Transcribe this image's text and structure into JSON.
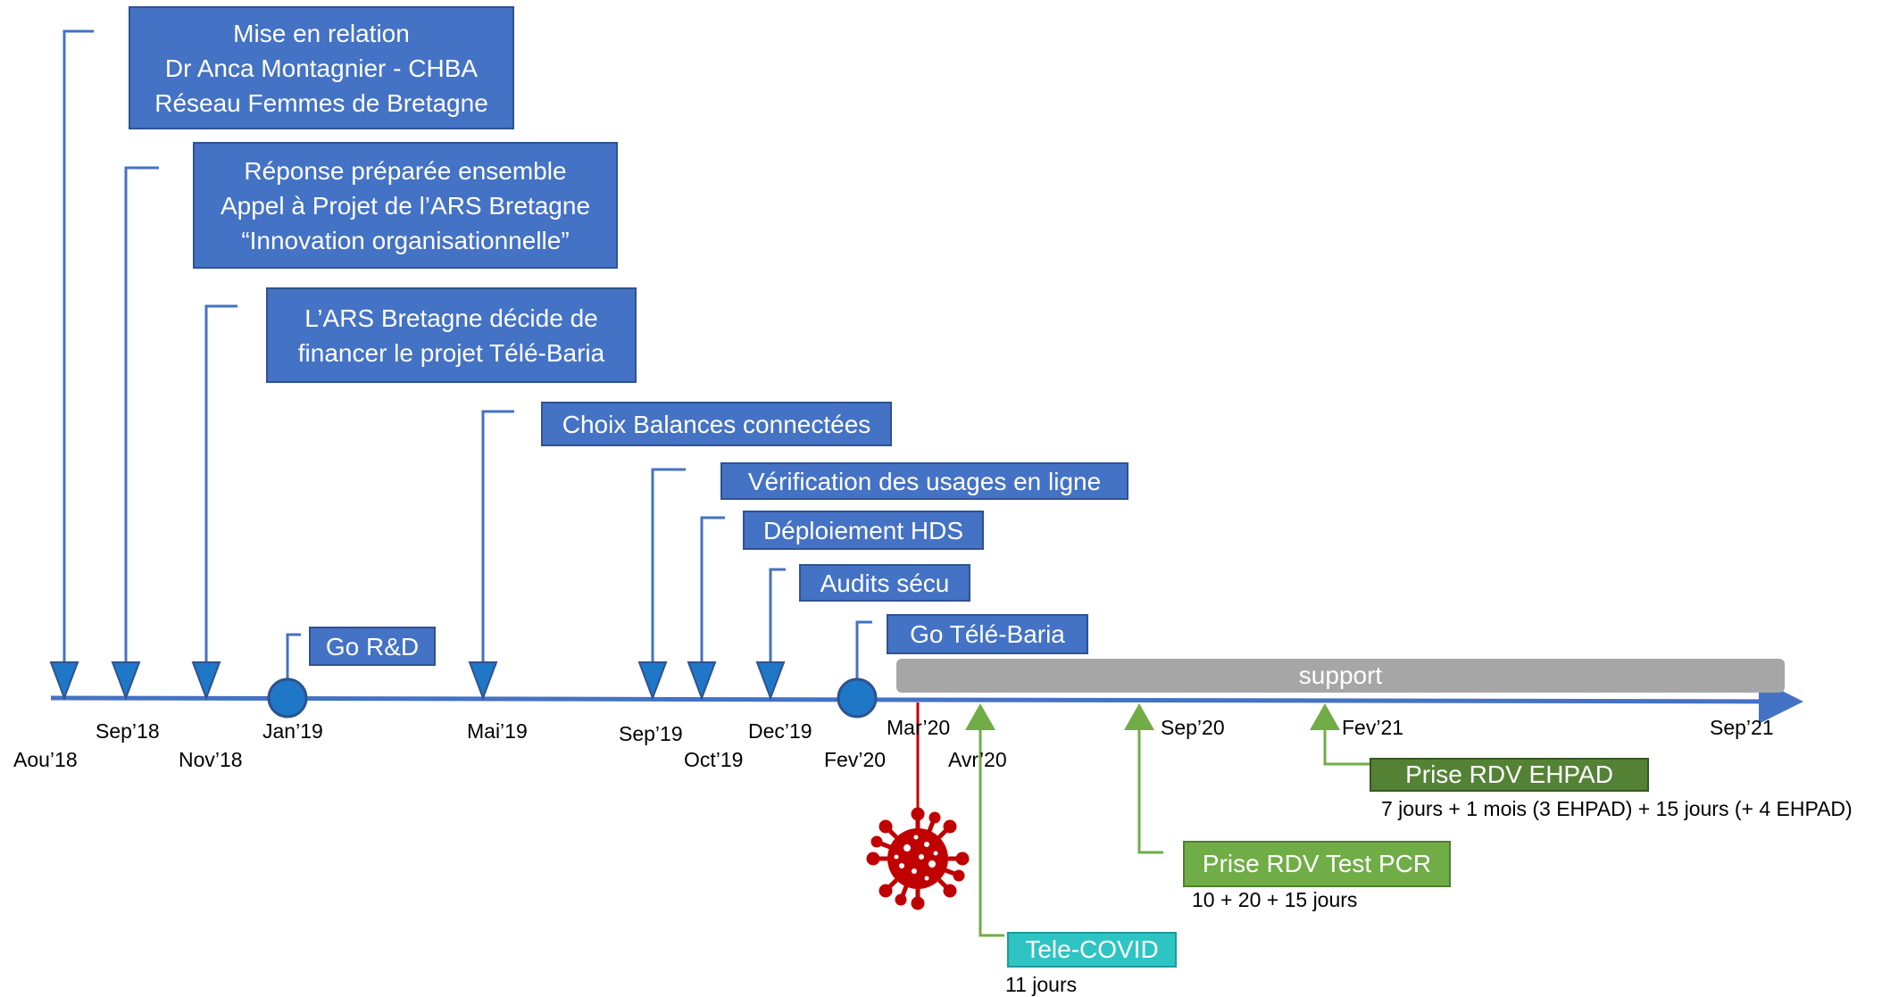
{
  "milestones": {
    "mise_en_relation": [
      "Mise en relation",
      "Dr Anca Montagnier - CHBA",
      "Réseau Femmes de Bretagne"
    ],
    "reponse": [
      "Réponse préparée ensemble",
      "Appel à Projet de l’ARS Bretagne",
      "“Innovation organisationnelle”"
    ],
    "ars_decide": [
      "L’ARS Bretagne décide de",
      "financer le projet Télé-Baria"
    ],
    "go_rd": "Go R&D",
    "choix_balances": "Choix Balances connectées",
    "verification": "Vérification des usages  en ligne",
    "deploiement": "Déploiement HDS",
    "audits": "Audits sécu",
    "go_tele_baria": "Go Télé-Baria"
  },
  "dates": {
    "aou18": "Aou’18",
    "sep18": "Sep’18",
    "nov18": "Nov’18",
    "jan19": "Jan’19",
    "mai19": "Mai’19",
    "sep19": "Sep’19",
    "oct19": "Oct’19",
    "dec19": "Dec’19",
    "fev20": "Fev’20",
    "mar20": "Mar’20",
    "avr20": "Avr’20",
    "sep20": "Sep’20",
    "fev21": "Fev’21",
    "sep21": "Sep’21"
  },
  "support": "support",
  "covid_projects": {
    "tele_covid": {
      "label": "Tele-COVID",
      "duration": "11 jours"
    },
    "pcr": {
      "label": "Prise RDV Test PCR",
      "duration": "10 + 20 + 15 jours"
    },
    "ehpad": {
      "label": "Prise RDV  EHPAD",
      "duration": "7 jours + 1 mois (3 EHPAD) +  15 jours (+ 4 EHPAD)"
    }
  },
  "colors": {
    "axis": "#4472c4",
    "milestone_box": "#4472c4",
    "green": "#70ad47",
    "dark_green": "#548235",
    "teal": "#2ec4c4",
    "support": "#a6a6a6",
    "virus": "#c00000"
  }
}
